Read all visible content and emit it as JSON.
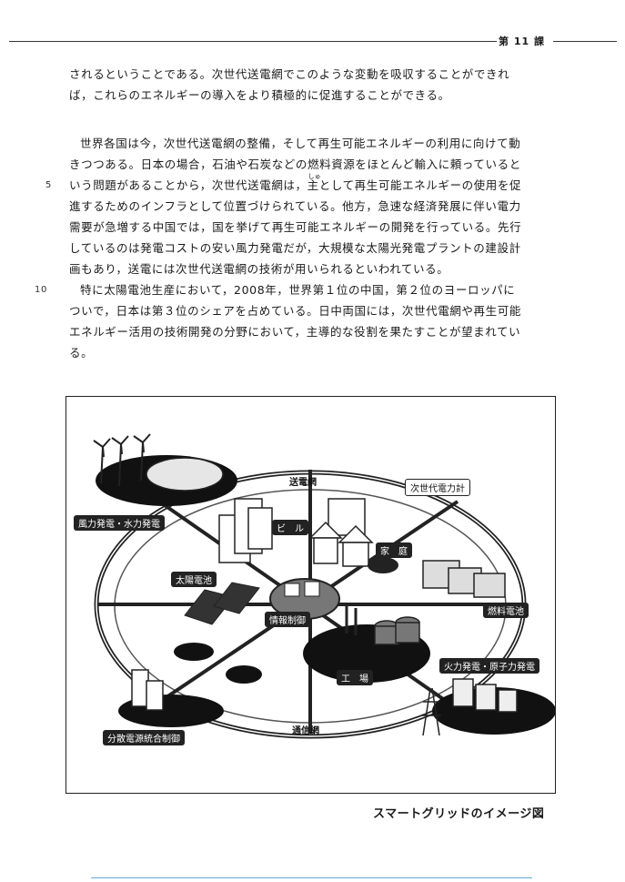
{
  "header": {
    "lesson": "第 11 課"
  },
  "paragraph1": {
    "lines": [
      "されるということである。次世代送電網でこのような変動を吸収することができれ",
      "ば，これらのエネルギーの導入をより積極的に促進することができる。"
    ]
  },
  "paragraph2": {
    "lines": [
      "世界各国は今，次世代送電網の整備，そして再生可能エネルギーの利用に向けて動",
      "きつつある。日本の場合，石油や石炭などの燃料資源をほとんど輸入に頼っていると",
      "いう問題があることから，次世代送電網は，",
      "として再生可能エネルギーの使用を促",
      "進するためのインフラとして位置づけられている。他方，急速な経済発展に伴い電力",
      "需要が急増する中国では，国を挙げて再生可能エネルギーの開発を行っている。先行",
      "しているのは発電コストの安い風力発電だが，大規模な太陽光発電プラントの建設計",
      "画もあり，送電には次世代送電網の技術が用いられるといわれている。",
      "特に太陽電池生産において，2008年，世界第１位の中国，第２位のヨーロッパに",
      "ついで，日本は第３位のシェアを占めている。日中両国には，次世代電網や再生可能",
      "エネルギー活用の技術開発の分野において，主導的な役割を果たすことが望まれてい",
      "る。"
    ],
    "kanji_shu": "主",
    "ruby_shu": "しゅ",
    "line_number_5": "5",
    "line_number_10": "10"
  },
  "figure": {
    "labels": {
      "wind_hydro": "風力発電・水力発電",
      "transmission": "送電網",
      "next_meter": "次世代電力計",
      "building": "ビ　ル",
      "home": "家　庭",
      "solar": "太陽電池",
      "info_control": "情報制御",
      "fuel_cell": "燃料電池",
      "factory": "工　場",
      "thermal_nuclear": "火力発電・原子力発電",
      "distributed": "分散電源統合制御",
      "comm": "通信網"
    },
    "caption": "スマートグリッドのイメージ図"
  }
}
